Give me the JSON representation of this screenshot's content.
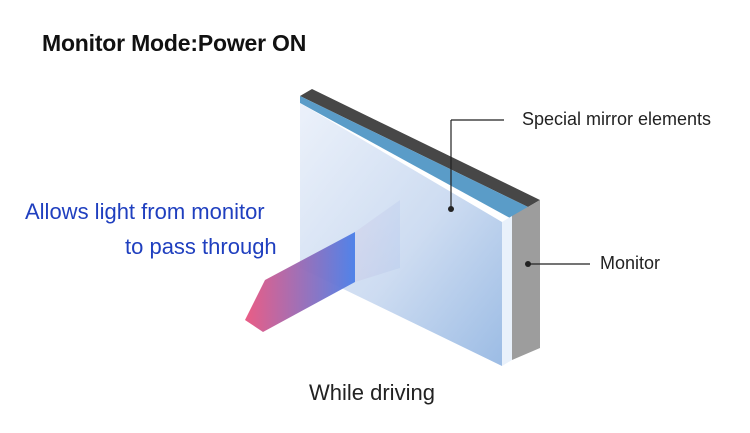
{
  "title": {
    "mode": "Monitor Mode",
    "separator": ":",
    "state": "Power ON"
  },
  "callout": {
    "line1": "Allows light from monitor",
    "line2": "to pass through"
  },
  "labels": {
    "mirror": "Special mirror elements",
    "monitor": "Monitor"
  },
  "caption": "While driving",
  "colors": {
    "callout_text": "#1f3fbf",
    "beam_start": "#e9547f",
    "beam_end": "#4a7ee8",
    "mirror_top": "#454545",
    "monitor_side": "#9a9a9a",
    "mirror_edge": "#5a9cc8"
  }
}
